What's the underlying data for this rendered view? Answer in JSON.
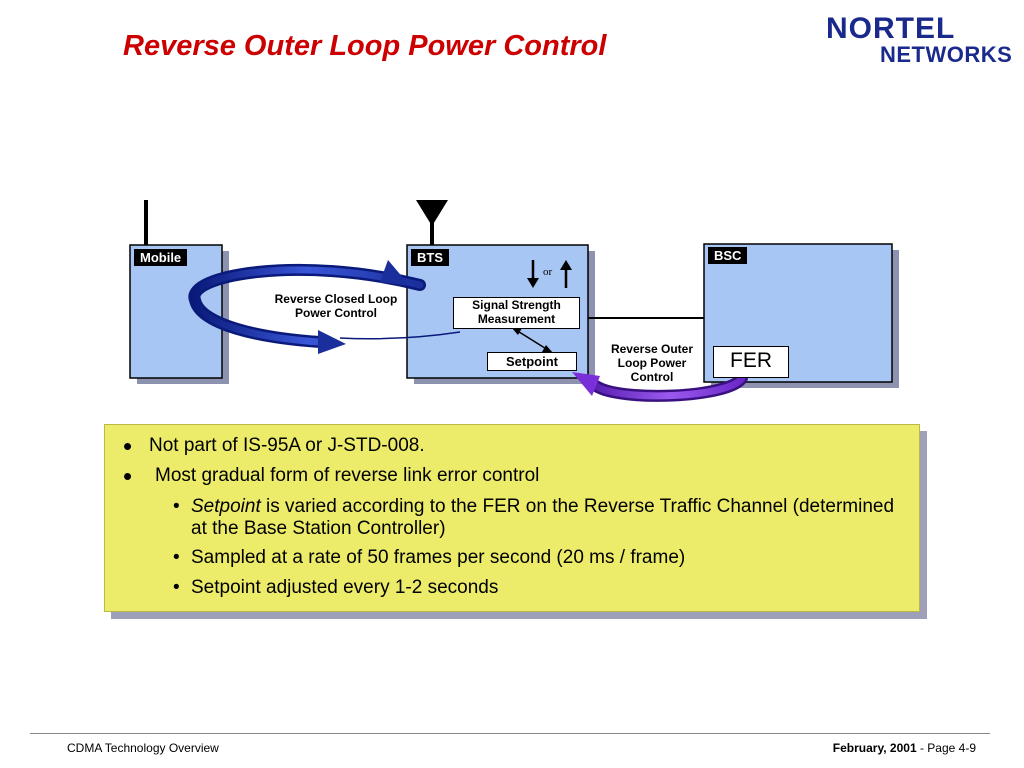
{
  "title": "Reverse Outer Loop Power Control",
  "logo": {
    "line1": "NORTEL",
    "line2": "NETWORKS"
  },
  "diagram": {
    "mobile_label": "Mobile",
    "bts_label": "BTS",
    "bsc_label": "BSC",
    "or_label": "or",
    "closed_loop_label": [
      "Reverse Closed Loop",
      "Power Control"
    ],
    "signal_strength_label": [
      "Signal Strength",
      "Measurement"
    ],
    "setpoint_label": "Setpoint",
    "outer_loop_label": [
      "Reverse Outer",
      "Loop Power",
      "Control"
    ],
    "fer_label": "FER"
  },
  "bullets": {
    "item1": "Not part of IS-95A or J-STD-008.",
    "item2": "Most gradual form of reverse link error control",
    "sub1_italic": "Setpoint",
    "sub1_rest": " is varied according to the FER on the Reverse Traffic Channel (determined at the Base Station Controller)",
    "sub2": "Sampled at a rate of 50 frames per second (20 ms / frame)",
    "sub3": "Setpoint adjusted every 1-2 seconds"
  },
  "footer": {
    "left": "CDMA Technology Overview",
    "date": "February, 2001",
    "separator": " - ",
    "page": "Page 4-9"
  },
  "colors": {
    "title": "#cc0000",
    "box_fill": "#a8c6f4",
    "bullet_bg": "#ecec6a",
    "closed_loop_arrow": "#1a2f9c",
    "outer_loop_arrow": "#7a30d8"
  }
}
